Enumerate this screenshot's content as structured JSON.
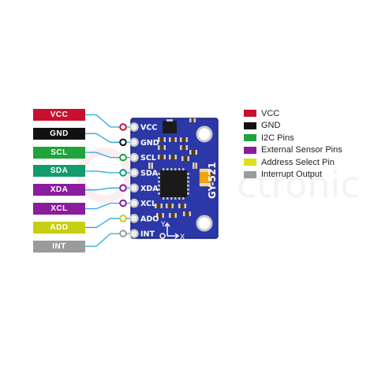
{
  "pins": [
    {
      "label": "VCC",
      "color": "#c8102e"
    },
    {
      "label": "GND",
      "color": "#111111"
    },
    {
      "label": "SCL",
      "color": "#1fa33a"
    },
    {
      "label": "SDA",
      "color": "#129b6c"
    },
    {
      "label": "XDA",
      "color": "#8a1c9e"
    },
    {
      "label": "XCL",
      "color": "#8a1c9e"
    },
    {
      "label": "ADD",
      "color": "#c6cf10"
    },
    {
      "label": "INT",
      "color": "#9b9b9b"
    }
  ],
  "board": {
    "pin_labels": [
      "VCC",
      "GND",
      "SCL",
      "SDA",
      "XDA",
      "XCL",
      "ADO",
      "INT"
    ],
    "model": "GY-521",
    "axis_y": "Y",
    "axis_x": "X",
    "color": "#2c37a8"
  },
  "legend": [
    {
      "label": "VCC",
      "color": "#c8102e"
    },
    {
      "label": "GND",
      "color": "#111111"
    },
    {
      "label": "I2C Pins",
      "color": "#1fa33a"
    },
    {
      "label": "External Sensor Pins",
      "color": "#8a1c9e"
    },
    {
      "label": "Address Select Pin",
      "color": "#dde01a"
    },
    {
      "label": "Interrupt Output",
      "color": "#9b9b9b"
    }
  ]
}
